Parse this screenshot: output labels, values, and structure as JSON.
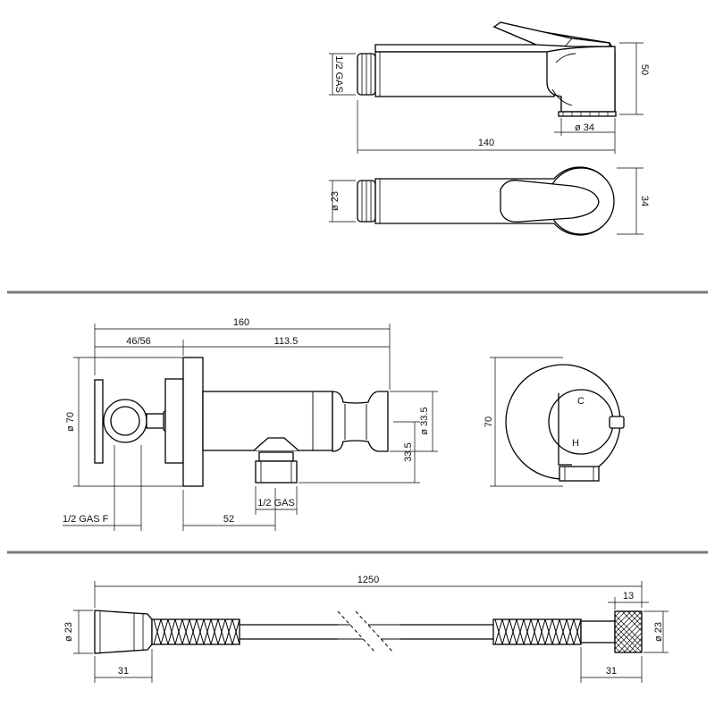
{
  "labels": {
    "spray_thread": "1/2 GAS",
    "spray_height": "50",
    "spray_head_dia": "ø 34",
    "spray_length": "140",
    "spray_top_dia": "ø 23",
    "spray_width": "34",
    "valve_total": "160",
    "valve_left": "46/56",
    "valve_right": "113.5",
    "valve_plate_dia": "ø 70",
    "valve_cradle_dia": "ø 33.5",
    "valve_outlet_height": "33.5",
    "valve_inlet_thread": "1/2 GAS F",
    "valve_outlet_offset": "52",
    "valve_outlet_thread": "1/2 GAS",
    "front_plate_dia": "70",
    "front_mark_cold": "C",
    "front_mark_hot": "H",
    "hose_length": "1250",
    "hose_nut_width": "13",
    "hose_left_dia": "ø 23",
    "hose_right_dia": "ø 23",
    "hose_left_len": "31",
    "hose_right_len": "31"
  },
  "colors": {
    "line": "#000000",
    "divider": "#7a7a7a",
    "background": "#ffffff"
  }
}
